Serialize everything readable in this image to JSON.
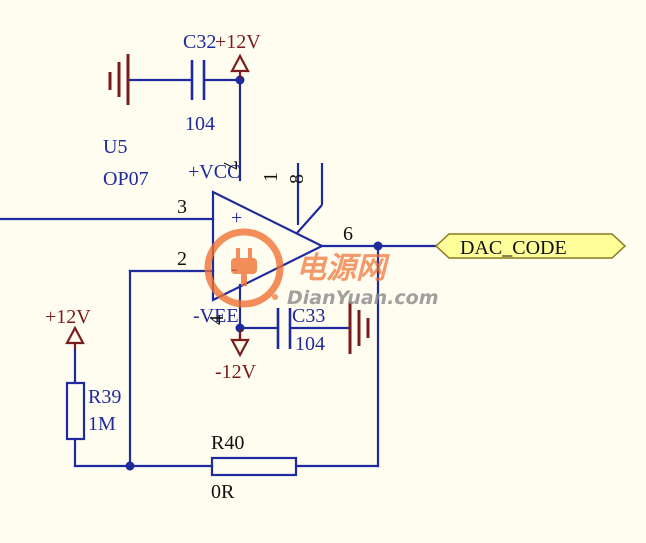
{
  "components": {
    "c32": {
      "ref": "C32",
      "value": "104"
    },
    "c33": {
      "ref": "C33",
      "value": "104"
    },
    "u5": {
      "ref": "U5",
      "part": "OP07",
      "vcc_label": "+VCC",
      "vee_label": "-VEE",
      "plus_sign": "+",
      "minus_sign": "-"
    },
    "r39": {
      "ref": "R39",
      "value": "1M"
    },
    "r40": {
      "ref": "R40",
      "value": "0R"
    }
  },
  "power": {
    "top": "+12V",
    "left": "+12V",
    "bottom": "-12V"
  },
  "pins": {
    "p1": "1",
    "p2": "2",
    "p3": "3",
    "p4": "4",
    "p6": "6",
    "p7": "7",
    "p8": "8"
  },
  "net_label": "DAC_CODE",
  "watermark": {
    "cn": "电源网",
    "en": "DianYuan.com"
  },
  "colors": {
    "wire": "#1f2a9e",
    "power": "#7b1c1c",
    "background": "#fffdf0",
    "net_label_fill": "#ffff99",
    "watermark": "#f07030"
  }
}
